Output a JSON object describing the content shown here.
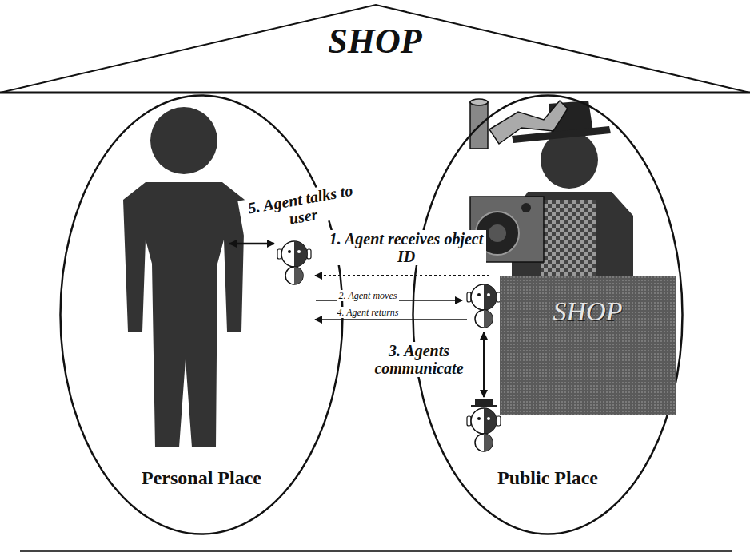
{
  "diagram": {
    "title": "SHOP",
    "nodes": [
      {
        "text": [
          "Personal Place"
        ]
      },
      {
        "text": [
          "Public Place"
        ]
      },
      {
        "text": [
          "SHOP"
        ],
        "in": 1
      }
    ],
    "labels": [
      "5. Agent talks to user",
      "1. Agent receives object ID",
      "2. Agent moves",
      "4. Agent returns",
      "3. Agents communicate"
    ]
  }
}
